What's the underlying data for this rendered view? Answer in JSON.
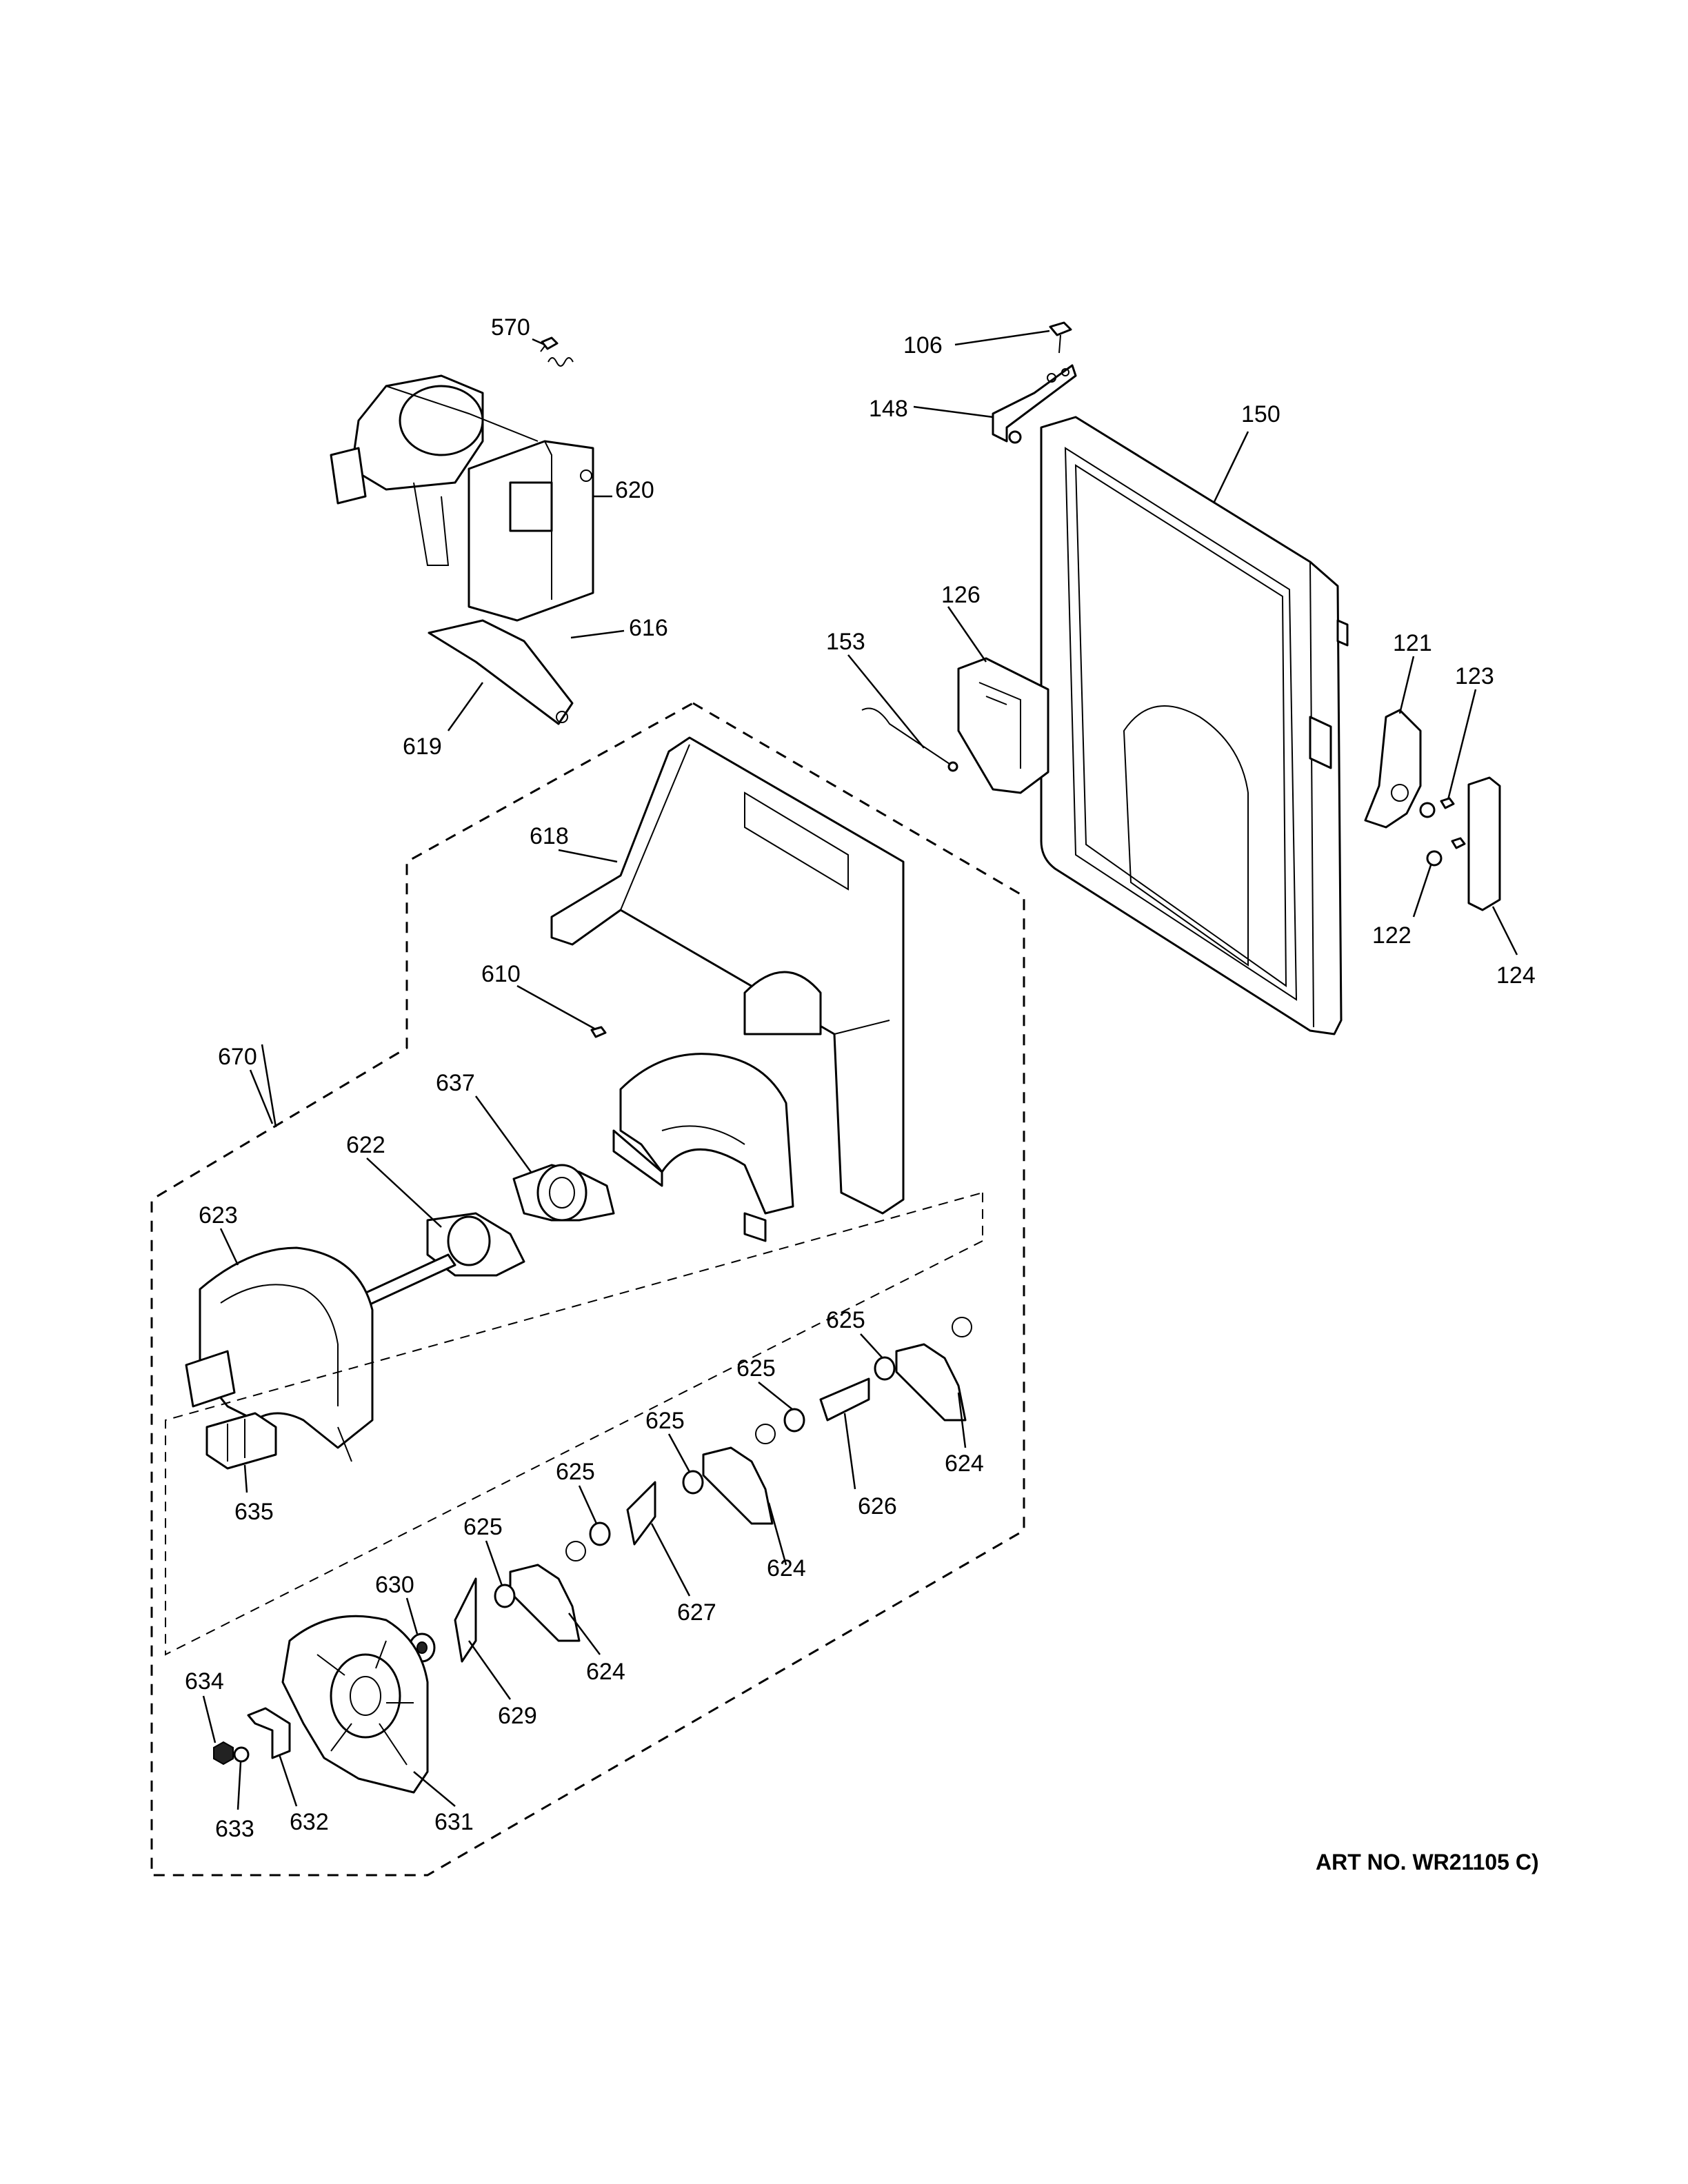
{
  "art_number": "ART NO. WR21105 C)",
  "callouts": {
    "c570": "570",
    "c620": "620",
    "c616": "616",
    "c619": "619",
    "c106": "106",
    "c148": "148",
    "c150": "150",
    "c126": "126",
    "c153": "153",
    "c121": "121",
    "c123": "123",
    "c122": "122",
    "c124": "124",
    "c618": "618",
    "c610": "610",
    "c670": "670",
    "c637": "637",
    "c622": "622",
    "c623": "623",
    "c635": "635",
    "c625a": "625",
    "c625b": "625",
    "c625c": "625",
    "c625d": "625",
    "c625e": "625",
    "c624a": "624",
    "c624b": "624",
    "c624c": "624",
    "c626": "626",
    "c627": "627",
    "c629": "629",
    "c630": "630",
    "c631": "631",
    "c632": "632",
    "c633": "633",
    "c634": "634"
  },
  "colors": {
    "line": "#000000",
    "background": "#ffffff"
  }
}
